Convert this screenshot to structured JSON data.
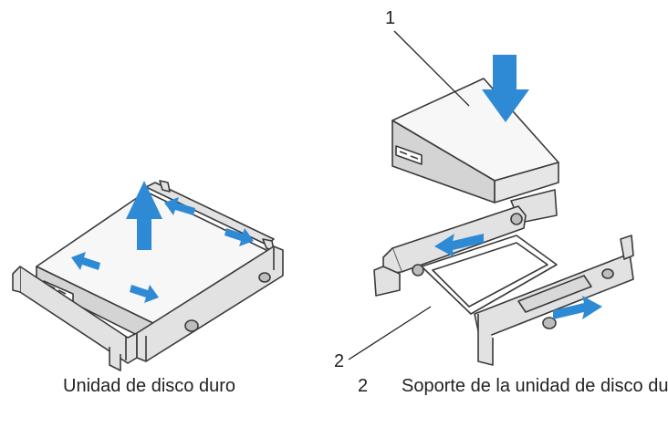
{
  "figure": {
    "callouts": [
      {
        "number": "1",
        "label": "Unidad de disco duro"
      },
      {
        "number": "2",
        "label": "Soporte de la unidad de disco duro"
      }
    ],
    "colors": {
      "arrow": "#2f8ad6",
      "outline": "#3a3a3a",
      "drive_fill": "#f7f7f7",
      "drive_shade": "#d4d4d4",
      "bracket_fill": "#e2e2e2"
    },
    "icons": [
      "arrow-up-icon",
      "arrow-down-icon",
      "arrow-left-icon",
      "arrow-right-icon"
    ]
  }
}
